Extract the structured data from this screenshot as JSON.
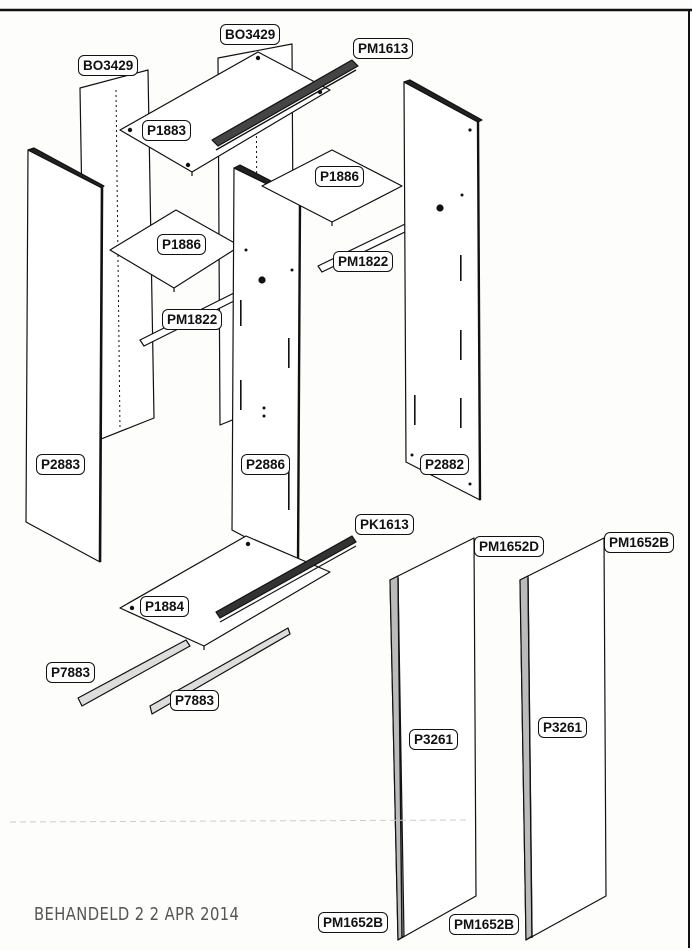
{
  "labels": {
    "bo3429_left": "BO3429",
    "bo3429_top": "BO3429",
    "pm1613": "PM1613",
    "p1883": "P1883",
    "p1886_right": "P1886",
    "p1886_left": "P1886",
    "pm1822_right": "PM1822",
    "pm1822_left": "PM1822",
    "p2883": "P2883",
    "p2886": "P2886",
    "p2882": "P2882",
    "pk1613": "PK1613",
    "pm1652d": "PM1652D",
    "pm1652b_top": "PM1652B",
    "p1884": "P1884",
    "p7883_left": "P7883",
    "p7883_right": "P7883",
    "p3261_left": "P3261",
    "p3261_right": "P3261",
    "pm1652b_bottom_left": "PM1652B",
    "pm1652b_bottom_right": "PM1652B"
  },
  "stamp": "BEHANDELD 2 2 APR 2014"
}
